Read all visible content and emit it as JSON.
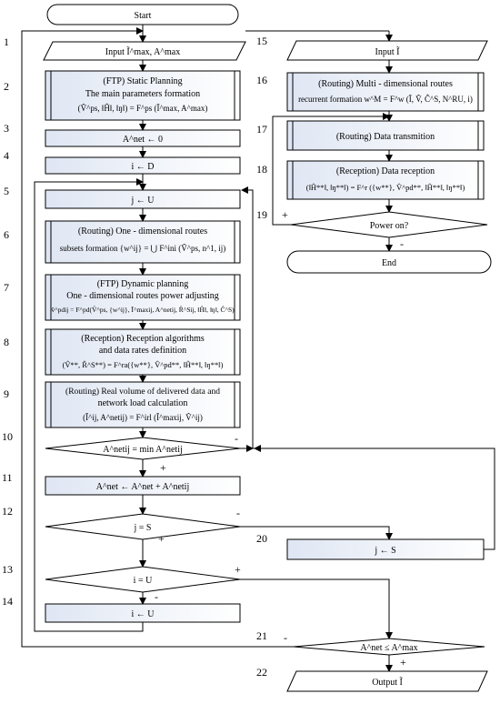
{
  "nodes": {
    "start": "Start",
    "n1": "Input Ĩ^max, A^max",
    "n2_title": "(FTP) Static Planning",
    "n2_line2": "The main parameters formation",
    "n2_formula": "(V̂^ps, ‖Ĥ‖, ‖ŋ‖) = F^ps (Ĩ^max, A^max)",
    "n3": "A^net ← 0",
    "n4": "i ← D",
    "n5": "j ← U",
    "n6_line1": "(Routing) One - dimensional routes",
    "n6_line2": "subsets formation {w^ij} = ⋃ F^ini (V̂^ps, n^1, ij)",
    "n7_title": "(FTP) Dynamic planning",
    "n7_line2": "One - dimensional routes power adjusting",
    "n7_formula": "v̂^pdij = F^pd(V̂^ps, {w^ij}, Ĩ^maxij, A^netij, R̂^Sij, ‖Ĥ‖, ‖ŋ‖, Ĉ^S)",
    "n8_line1": "(Reception) Reception algorithms",
    "n8_line2": "and data rates definition",
    "n8_formula": "(V̂**, R̂^S**) = F^ra({w**}, V̂^pd**, ‖Ĥ**‖, ‖ŋ**‖)",
    "n9_line1": "(Routing) Real volume of delivered data and",
    "n9_line2": "network load calculation",
    "n9_formula": "(Ĩ^ij, A^netij) = F^irl (Ĩ^maxij, V̂^ij)",
    "n10": "A^netij = min A^netij",
    "n11": "A^net ← A^net + A^netij",
    "n12": "j = S",
    "n13": "i = U",
    "n14": "i ← U",
    "n15": "Input Ĩ",
    "n16_line1": "(Routing) Multi - dimensional routes",
    "n16_line2": "recurrent formation w^M = F^w (Ĩ, V̂, Ĉ^S, N^RU, i)",
    "n17": "(Routing) Data transmition",
    "n18_line1": "(Reception) Data reception",
    "n18_formula": "(‖Ĥ**‖, ‖ŋ**‖) = F^r ({w**}, V̂^pd**, ‖Ĥ**‖, ‖ŋ**‖)",
    "n19": "Power on?",
    "end": "End",
    "n20": "j ← S",
    "n21": "A^net ≤ A^max",
    "n22": "Output Ĩ"
  },
  "step_numbers": [
    "1",
    "2",
    "3",
    "4",
    "5",
    "6",
    "7",
    "8",
    "9",
    "10",
    "11",
    "12",
    "13",
    "14",
    "15",
    "16",
    "17",
    "18",
    "19",
    "20",
    "21",
    "22"
  ],
  "branch_labels": {
    "plus": "+",
    "minus": "-"
  },
  "colors": {
    "process_fill_top": "#dfe6f3",
    "process_fill_bottom": "#ffffff",
    "stroke": "#000000"
  }
}
